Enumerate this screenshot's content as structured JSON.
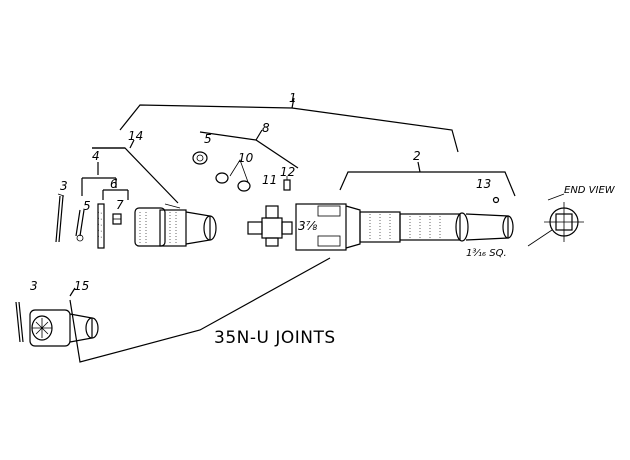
{
  "diagram": {
    "title": "35N-U JOINTS",
    "end_view_label": "END VIEW",
    "size_label_length": "3⅞",
    "size_label_square": "1³⁄₁₆ SQ.",
    "callouts": {
      "c1": "1",
      "c2": "2",
      "c3a": "3",
      "c3b": "3",
      "c4": "4",
      "c5a": "5",
      "c5b": "5",
      "c6": "6",
      "c7": "7",
      "c8": "8",
      "c10": "10",
      "c11": "11",
      "c12": "12",
      "c13": "13",
      "c14": "14",
      "c15": "15"
    }
  }
}
